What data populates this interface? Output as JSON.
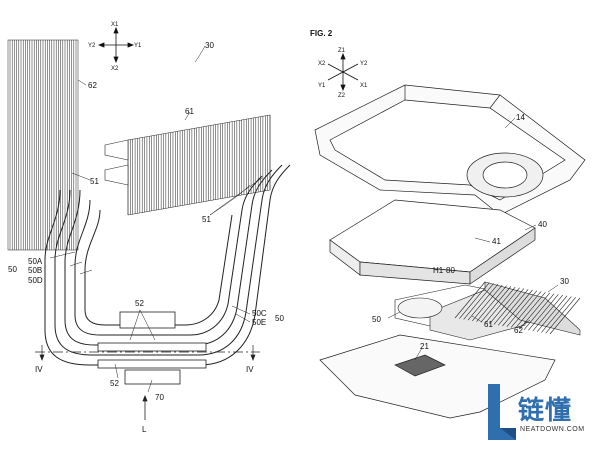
{
  "left_figure": {
    "axes": {
      "up": "X1",
      "down": "X2",
      "left": "Y2",
      "right": "Y1"
    },
    "labels": {
      "assembly": "30",
      "fins_62": "62",
      "fins_61": "61",
      "label_51a": "51",
      "label_51b": "51",
      "group_50": "50",
      "sub_50a": "50A",
      "sub_50b": "50B",
      "sub_50d": "50D",
      "sub_50c": "50C",
      "sub_50e": "50E",
      "group_50r": "50",
      "label_52a": "52",
      "label_52b": "52",
      "section_left": "IV",
      "section_right": "IV",
      "label_70": "70",
      "view_arrow": "L"
    }
  },
  "right_figure": {
    "title": "FIG. 2",
    "axes": {
      "up": "Z1",
      "down": "Z2",
      "upleft": "X2",
      "upright": "Y2",
      "downleft": "Y1",
      "downright": "X1"
    },
    "labels": {
      "housing": "14",
      "shield_group": "40",
      "shield": "41",
      "h1": "H1",
      "label_80": "80",
      "fins_group": "30",
      "pipes": "50",
      "fins_61": "61",
      "fins_62": "62",
      "chip": "21"
    }
  },
  "watermark": {
    "brand": "链懂",
    "domain": "NEATDOWN.COM",
    "color": "#2f6fb0"
  }
}
